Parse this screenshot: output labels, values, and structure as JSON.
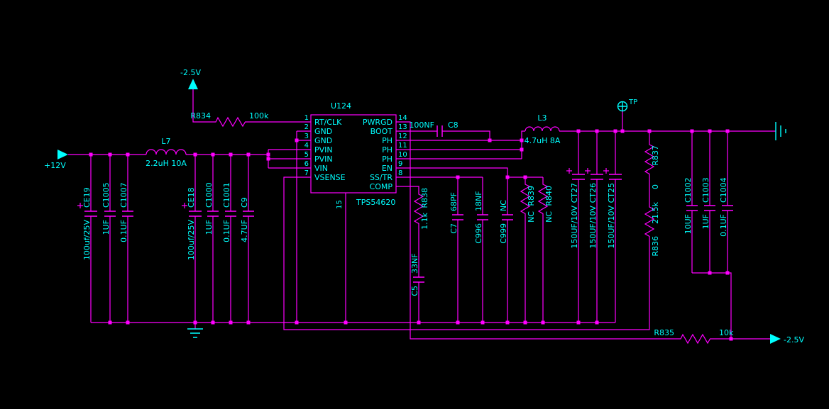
{
  "colors": {
    "background": "#000000",
    "wire": "#ff00ff",
    "label": "#00ffff"
  },
  "power": {
    "v12": "+12V",
    "vneg_top": "-2.5V",
    "vneg_out": "-2.5V",
    "tp": "TP"
  },
  "ic": {
    "ref": "U124",
    "part": "TPS54620",
    "pin_bottom": "15",
    "pins_left": [
      {
        "n": "1",
        "l": "RT/CLK"
      },
      {
        "n": "2",
        "l": "GND"
      },
      {
        "n": "3",
        "l": "GND"
      },
      {
        "n": "4",
        "l": "PVIN"
      },
      {
        "n": "5",
        "l": "PVIN"
      },
      {
        "n": "6",
        "l": "VIN"
      },
      {
        "n": "7",
        "l": "VSENSE"
      }
    ],
    "pins_right": [
      {
        "n": "14",
        "l": "PWRGD"
      },
      {
        "n": "13",
        "l": "BOOT"
      },
      {
        "n": "12",
        "l": "PH"
      },
      {
        "n": "11",
        "l": "PH"
      },
      {
        "n": "10",
        "l": "PH"
      },
      {
        "n": "9",
        "l": "EN"
      },
      {
        "n": "8",
        "l": "SS/TR"
      },
      {
        "n": "",
        "l": "COMP"
      }
    ]
  },
  "inductors": {
    "l7": {
      "ref": "L7",
      "value": "2.2uH 10A"
    },
    "l3": {
      "ref": "L3",
      "value": "4.7uH 8A"
    }
  },
  "resistors": {
    "r834": {
      "ref": "R834",
      "value": "100k"
    },
    "r835": {
      "ref": "R835",
      "value": "10k"
    },
    "r836": {
      "ref": "R836",
      "value": "21.5k"
    },
    "r837": {
      "ref": "R837",
      "value": "0"
    },
    "r838": {
      "ref": "R838",
      "value": "1.1k"
    },
    "r839": {
      "ref": "R839",
      "value": "NC"
    },
    "r840": {
      "ref": "R840",
      "value": "NC"
    }
  },
  "capacitors": {
    "ce19": {
      "ref": "CE19",
      "value": "100uf/25V"
    },
    "c1005": {
      "ref": "C1005",
      "value": "1UF"
    },
    "c1007": {
      "ref": "C1007",
      "value": "0.1UF"
    },
    "ce18": {
      "ref": "CE18",
      "value": "100uf/25V"
    },
    "c1000": {
      "ref": "C1000",
      "value": "1UF"
    },
    "c1001": {
      "ref": "C1001",
      "value": "0.1UF"
    },
    "c9": {
      "ref": "C9",
      "value": "4.7UF"
    },
    "c8": {
      "ref": "C8",
      "value": "100NF"
    },
    "c5": {
      "ref": "C5",
      "value": "33NF"
    },
    "c7": {
      "ref": "C7",
      "value": "68PF"
    },
    "c996": {
      "ref": "C996",
      "value": "18NF"
    },
    "c999": {
      "ref": "C999",
      "value": "NC"
    },
    "ct27": {
      "ref": "CT27",
      "value": "150UF/10V"
    },
    "ct26": {
      "ref": "CT26",
      "value": "150UF/10V"
    },
    "ct25": {
      "ref": "CT25",
      "value": "150UF/10V"
    },
    "c1002": {
      "ref": "C1002",
      "value": "10UF"
    },
    "c1003": {
      "ref": "C1003",
      "value": "1UF"
    },
    "c1004": {
      "ref": "C1004",
      "value": "0.1UF"
    }
  }
}
